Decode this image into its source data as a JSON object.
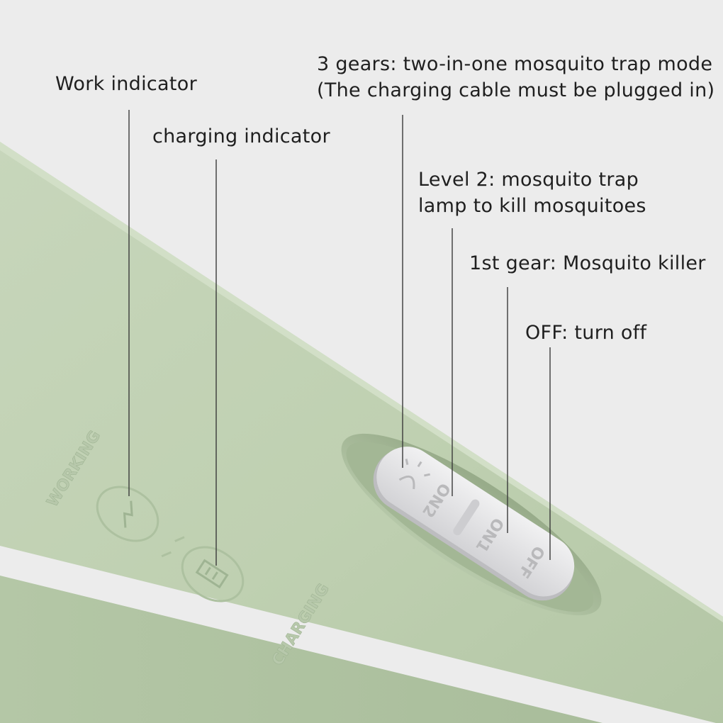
{
  "labels": {
    "work_indicator": "Work indicator",
    "charging_indicator": "charging indicator",
    "gear3_line1": "3 gears: two-in-one mosquito trap mode",
    "gear3_line2": "(The charging cable must be plugged in)",
    "level2_line1": "Level 2: mosquito trap",
    "level2_line2": "lamp to kill mosquitoes",
    "gear1": "1st gear: Mosquito killer",
    "off": "OFF: turn off"
  },
  "device": {
    "working_text": "WORKING",
    "charging_text": "CHARGING",
    "switch_positions": [
      "ON2",
      "ON1",
      "OFF"
    ]
  },
  "colors": {
    "body_green": "#c3d3b6",
    "switch_gray": "#e4e4e6",
    "background": "#ececec"
  },
  "icons": [
    "lightning-icon",
    "battery-icon",
    "lamp-icon"
  ]
}
